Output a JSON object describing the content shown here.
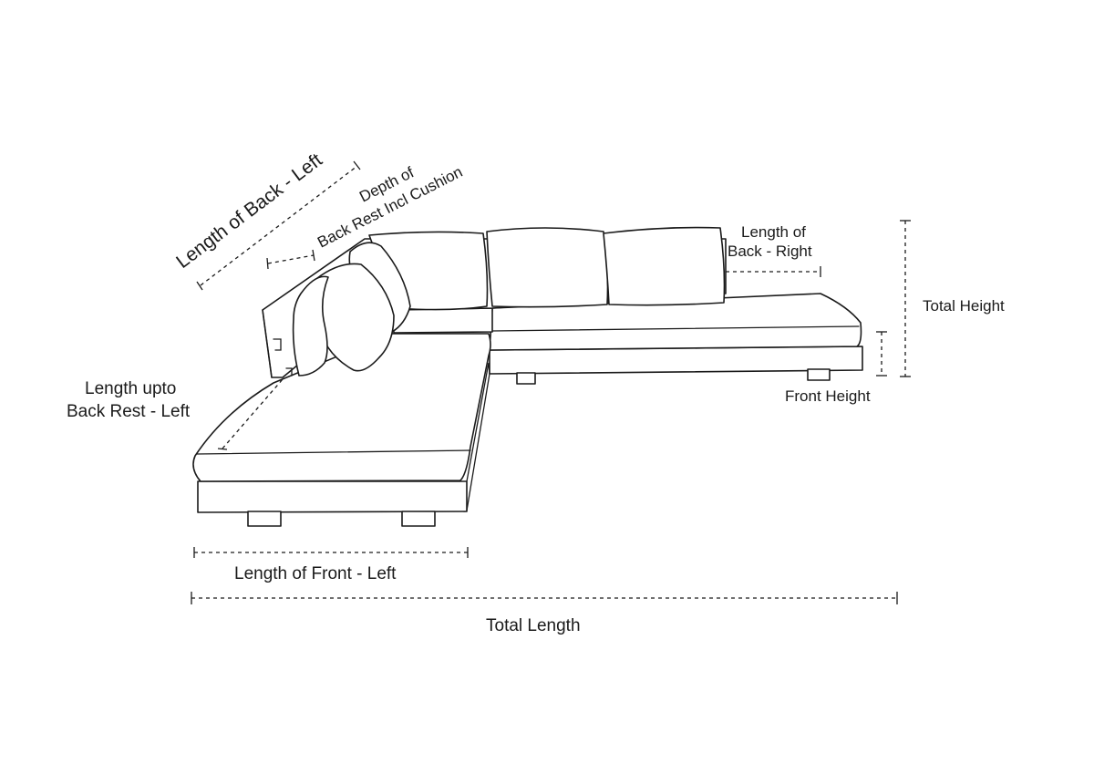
{
  "labels": {
    "length_back_left": "Length of Back - Left",
    "depth_line1": "Depth of",
    "depth_line2": "Back Rest Incl Cushion",
    "length_back_right_line1": "Length of",
    "length_back_right_line2": "Back - Right",
    "total_height": "Total Height",
    "front_height": "Front Height",
    "length_upto_line1": "Length upto",
    "length_upto_line2": "Back Rest - Left",
    "length_front_left": "Length of Front - Left",
    "total_length": "Total Length"
  },
  "colors": {
    "line": "#1a1a1a",
    "background": "#ffffff"
  }
}
